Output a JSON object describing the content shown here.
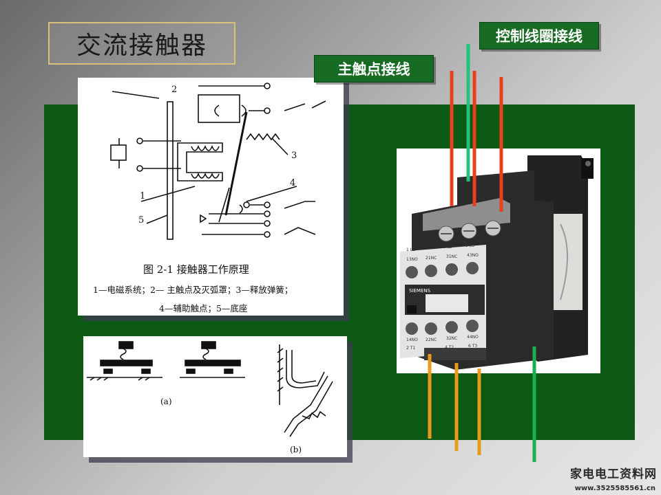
{
  "slide": {
    "title": "交流接触器",
    "label_coil": "控制线圈接线",
    "label_main": "主触点接线"
  },
  "diagram1": {
    "caption_title": "图 2-1   接触器工作原理",
    "caption_line1": "1—电磁系统；2— 主触点及灭弧罩；3—释放弹簧；",
    "caption_line2": "4—辅助触点；5—底座",
    "numbers": [
      "2",
      "3",
      "4",
      "1",
      "5"
    ]
  },
  "diagram2": {
    "label_a": "(a)",
    "label_b": "(b)"
  },
  "photo": {
    "brand": "SIEMENS",
    "top_terminals": [
      "1 L1",
      "3 L2",
      "5 L3"
    ],
    "aux_top": [
      "13NO",
      "21NC",
      "31NC",
      "43NO"
    ],
    "aux_bottom": [
      "14NO",
      "22NC",
      "32NC",
      "44NO"
    ],
    "bottom_terminals": [
      "2 T1",
      "4 T2",
      "6 T3"
    ]
  },
  "watermark": {
    "name": "家电电工资料网",
    "url": "www.3525585561.cn"
  },
  "colors": {
    "panel_green": "#0d5a14",
    "label_green": "#176b22",
    "main_wire": "#e8401c",
    "coil_wire": "#20c47a",
    "load_wire": "#e89a1a",
    "coil_wire_bottom": "#18b050"
  }
}
